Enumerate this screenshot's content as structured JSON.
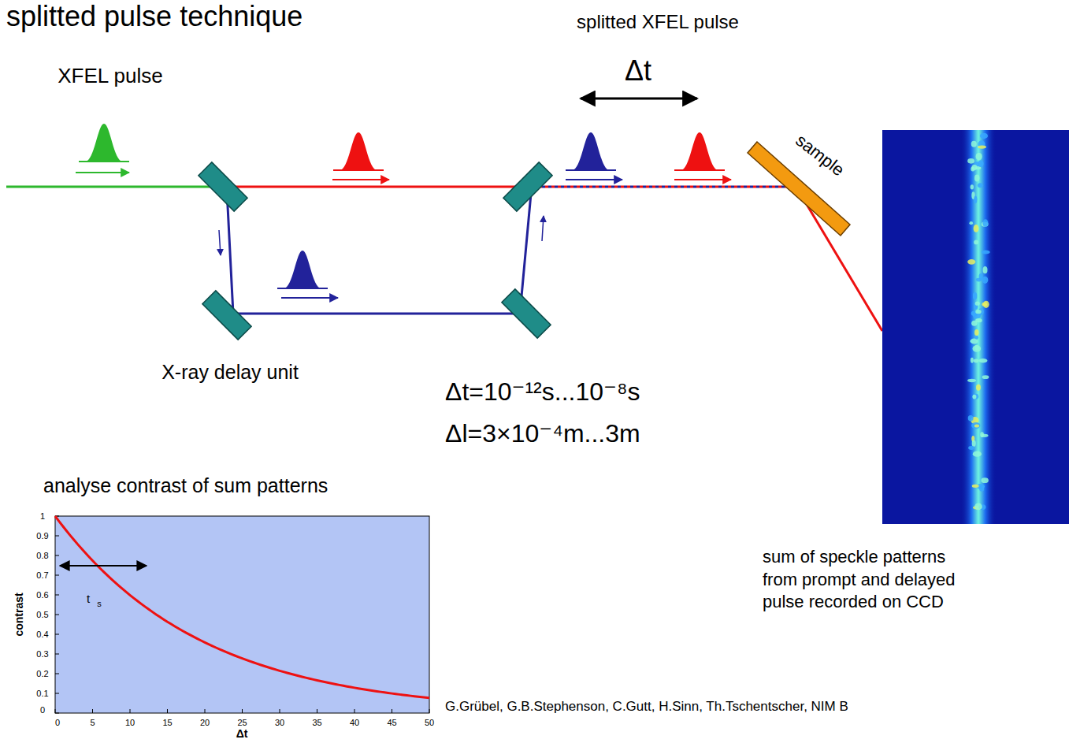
{
  "diagram": {
    "title": "splitted pulse technique",
    "nodes": [
      {
        "text": [
          "sample"
        ]
      },
      {
        "text": [
          "sum of speckle patterns from prompt and delayed pulse recorded on CCD"
        ]
      }
    ],
    "edges": [
      {
        "from": 0,
        "to": 1,
        "arrow": "none"
      }
    ],
    "labels": [
      "XFEL pulse",
      "splitted XFEL pulse",
      "Δt",
      "X-ray delay unit",
      "Δt=10⁻¹²s...10⁻⁸s",
      "Δl=3×10⁻⁴m...3m",
      "analyse contrast of sum patterns",
      "contrast",
      "Δt",
      "t",
      "s",
      "0",
      "0.1",
      "0.2",
      "0.3",
      "0.4",
      "0.5",
      "0.6",
      "0.7",
      "0.8",
      "0.9",
      "1",
      "0",
      "5",
      "10",
      "15",
      "20",
      "25",
      "30",
      "35",
      "40",
      "45",
      "50",
      "G.Grübel, G.B.Stephenson, C.Gutt, H.Sinn, Th.Tschentscher, NIM B"
    ]
  }
}
